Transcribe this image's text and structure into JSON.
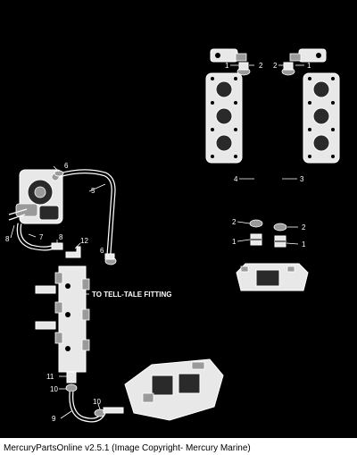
{
  "diagram": {
    "callouts": [
      "1",
      "2",
      "3",
      "4",
      "5",
      "6",
      "7",
      "8",
      "9",
      "10",
      "11",
      "12"
    ],
    "annotation": "TO TELL-TALE FITTING"
  },
  "footer": {
    "text": "MercuryPartsOnline v2.5.1 (Image Copyright- Mercury Marine)"
  }
}
